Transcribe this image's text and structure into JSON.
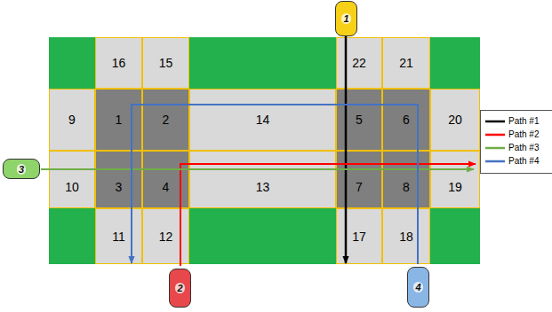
{
  "diagram": {
    "nodes": [
      {
        "text": [
          "1"
        ]
      },
      {
        "text": [
          "16"
        ]
      },
      {
        "text": [
          "15"
        ]
      },
      {
        "text": [
          "22"
        ]
      },
      {
        "text": [
          "21"
        ]
      },
      {
        "text": [
          "9"
        ]
      },
      {
        "text": [
          "1"
        ]
      },
      {
        "text": [
          "2"
        ]
      },
      {
        "text": [
          "14"
        ]
      },
      {
        "text": [
          "5"
        ]
      },
      {
        "text": [
          "6"
        ]
      },
      {
        "text": [
          "20"
        ]
      },
      {
        "text": [
          "3"
        ]
      },
      {
        "text": [
          "10"
        ]
      },
      {
        "text": [
          "3"
        ]
      },
      {
        "text": [
          "4"
        ]
      },
      {
        "text": [
          "13"
        ]
      },
      {
        "text": [
          "7"
        ]
      },
      {
        "text": [
          "8"
        ]
      },
      {
        "text": [
          "19"
        ]
      },
      {
        "text": [
          "11"
        ]
      },
      {
        "text": [
          "12"
        ]
      },
      {
        "text": [
          "17"
        ]
      },
      {
        "text": [
          "18"
        ]
      },
      {
        "text": [
          "2"
        ]
      },
      {
        "text": [
          "4"
        ]
      }
    ],
    "legend": [
      {
        "text": "Path #1"
      },
      {
        "text": "Path #2"
      },
      {
        "text": "Path #3"
      },
      {
        "text": "Path #4"
      }
    ]
  }
}
